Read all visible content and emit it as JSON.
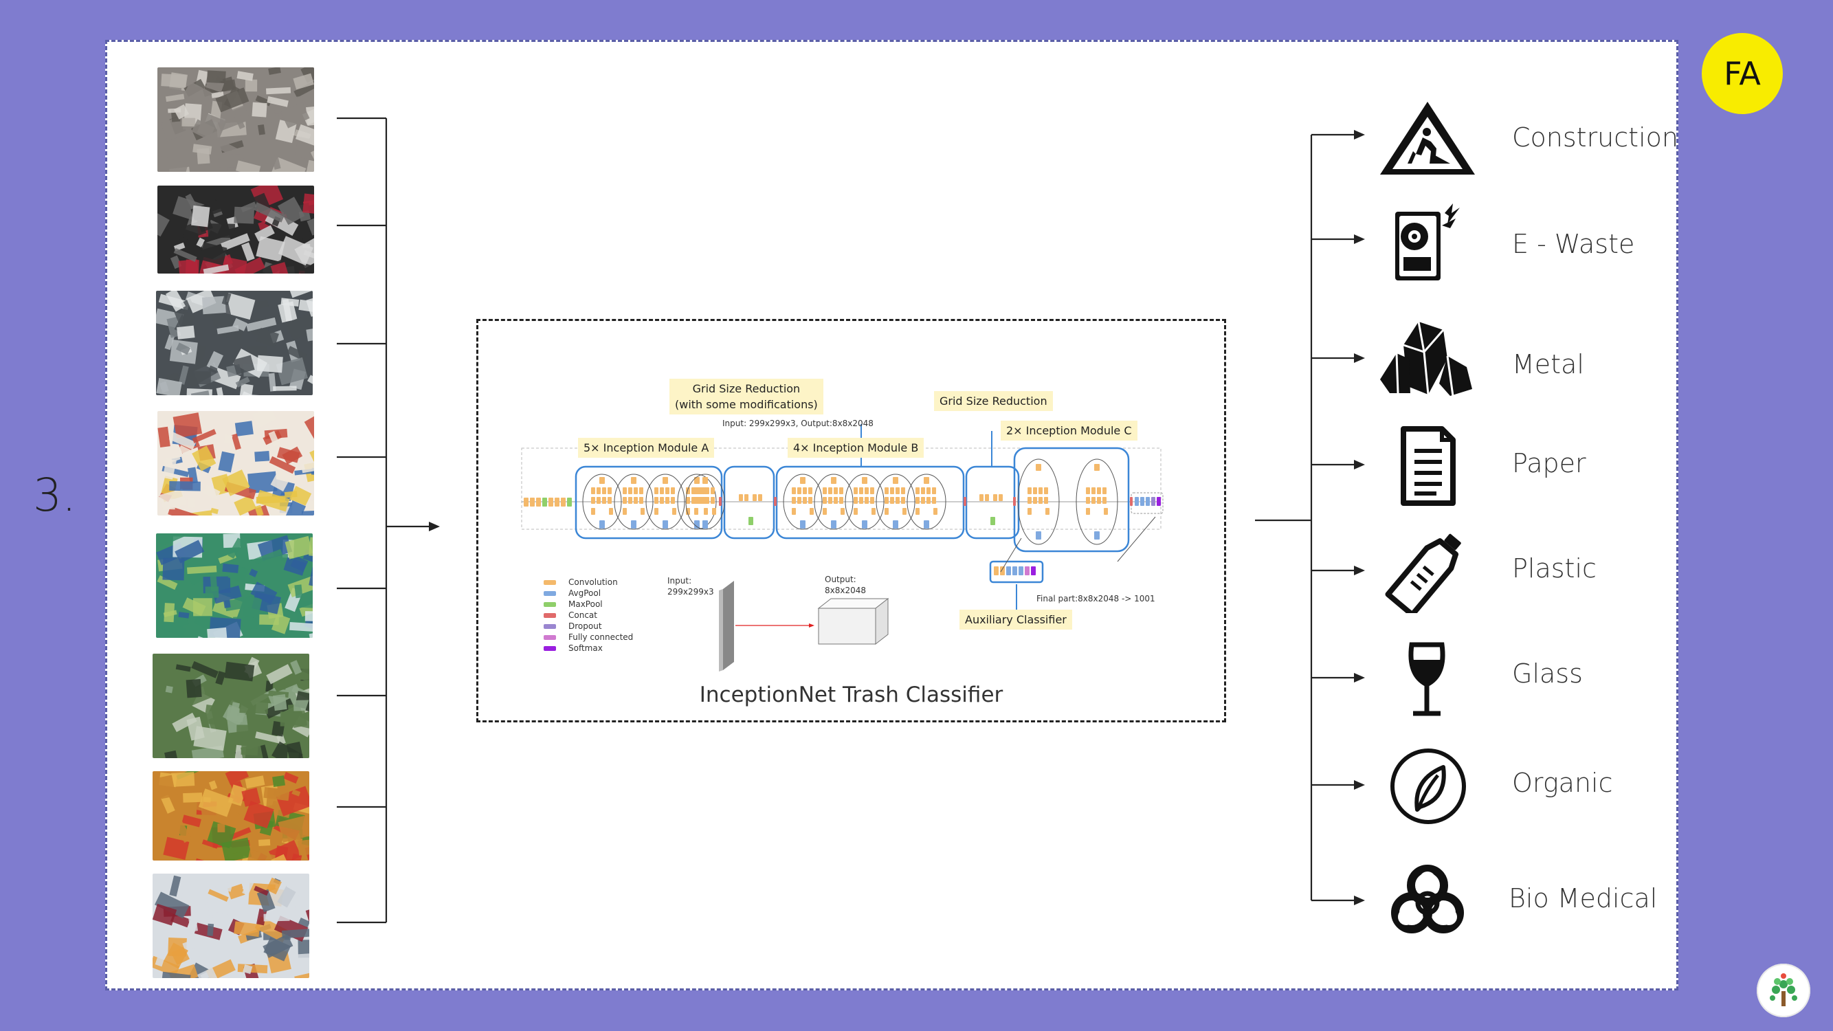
{
  "step_number": "3.",
  "avatar_initials": "FA",
  "diagram": {
    "caption": "InceptionNet Trash Classifier",
    "tags": {
      "grid_reduction_1": "Grid Size Reduction\n(with some modifications)",
      "grid_reduction_2": "Grid Size Reduction",
      "module_a": "5× Inception Module A",
      "module_b": "4× Inception Module B",
      "module_c": "2× Inception Module C",
      "aux": "Auxiliary Classifier"
    },
    "io_note": "Input: 299x299x3, Output:8x8x2048",
    "final_note": "Final part:8x8x2048 -> 1001",
    "input_label": "Input:\n299x299x3",
    "output_label": "Output:\n8x8x2048",
    "legend": [
      {
        "label": "Convolution",
        "color": "#f4b96b"
      },
      {
        "label": "AvgPool",
        "color": "#7fa9e0"
      },
      {
        "label": "MaxPool",
        "color": "#8fcf6a"
      },
      {
        "label": "Concat",
        "color": "#e06a6a"
      },
      {
        "label": "Dropout",
        "color": "#9a86d0"
      },
      {
        "label": "Fully connected",
        "color": "#d07ad0"
      },
      {
        "label": "Softmax",
        "color": "#9a1fe0"
      }
    ]
  },
  "input_images": [
    {
      "name": "construction-debris-photo",
      "palette": [
        "#8a8580",
        "#b9b4ad",
        "#5e5a55",
        "#d6d2cc"
      ]
    },
    {
      "name": "e-waste-photo",
      "palette": [
        "#2a2a2a",
        "#d8d8d8",
        "#b3263a",
        "#6a6a6a"
      ]
    },
    {
      "name": "metal-scrap-photo",
      "palette": [
        "#4a5055",
        "#b8bec2",
        "#7a8186",
        "#e3e6e8"
      ]
    },
    {
      "name": "paper-waste-photo",
      "palette": [
        "#efe7dd",
        "#c84b3c",
        "#3d6fb0",
        "#e8c547"
      ]
    },
    {
      "name": "plastic-bottles-photo",
      "palette": [
        "#3a8f6a",
        "#d9e6e9",
        "#2f5f9b",
        "#a9c96a"
      ]
    },
    {
      "name": "glass-bottles-photo",
      "palette": [
        "#5a7a4a",
        "#c7d0c0",
        "#2d3b2a",
        "#8ea88a"
      ]
    },
    {
      "name": "organic-waste-photo",
      "palette": [
        "#c9842e",
        "#4f8a2a",
        "#d3382a",
        "#e8b34a"
      ]
    },
    {
      "name": "medical-waste-photo",
      "palette": [
        "#d8dde2",
        "#8a2030",
        "#5a6a7a",
        "#e8a040"
      ]
    }
  ],
  "categories": [
    {
      "label": "Construction",
      "icon": "construction-sign-icon"
    },
    {
      "label": "E - Waste",
      "icon": "hard-drive-icon"
    },
    {
      "label": "Metal",
      "icon": "ore-crystal-icon"
    },
    {
      "label": "Paper",
      "icon": "document-icon"
    },
    {
      "label": "Plastic",
      "icon": "plastic-bottle-icon"
    },
    {
      "label": "Glass",
      "icon": "wine-glass-icon"
    },
    {
      "label": "Organic",
      "icon": "leaf-icon"
    },
    {
      "label": "Bio Medical",
      "icon": "biohazard-icon"
    }
  ],
  "colors": {
    "background": "#7f7ccf",
    "panel": "#ffffff",
    "avatar": "#f8ec00",
    "module_outline": "#3b86d6"
  }
}
